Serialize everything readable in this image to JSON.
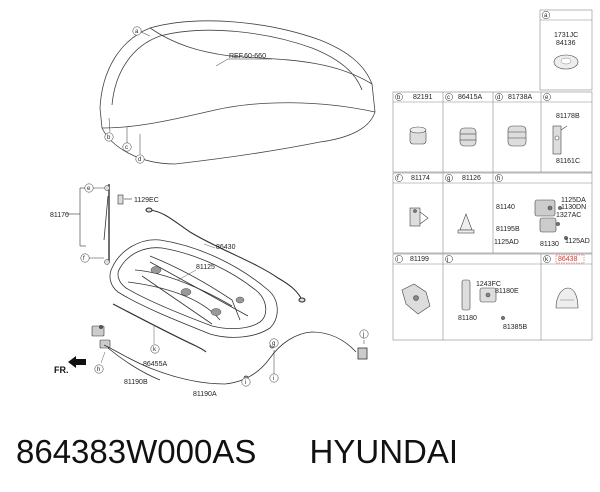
{
  "caption": {
    "part_number": "864383W000AS",
    "brand": "HYUNDAI"
  },
  "diagram": {
    "ref_label": "REF.60-660",
    "front_label": "FR.",
    "main_labels": {
      "l81170": "81170",
      "l1129EC": "1129EC",
      "l86430": "86430",
      "l81125": "81125",
      "l86455A": "86455A",
      "l81190B": "81190B",
      "l81190A": "81190A"
    },
    "callouts": {
      "a": "a",
      "b": "b",
      "c": "c",
      "d": "d",
      "e": "e",
      "f": "f",
      "g": "g",
      "h": "h",
      "i": "i",
      "j": "j",
      "k": "k"
    },
    "table": {
      "a": {
        "key": "a",
        "codes": [
          "1731JC",
          "84136"
        ]
      },
      "b": {
        "key": "b",
        "header": "82191"
      },
      "c": {
        "key": "c",
        "header": "86415A"
      },
      "d": {
        "key": "d",
        "header": "81738A"
      },
      "e": {
        "key": "e",
        "header": "",
        "parts": [
          "81178B",
          "81161C"
        ]
      },
      "f": {
        "key": "f",
        "header": "81174"
      },
      "g": {
        "key": "g",
        "header": "81126"
      },
      "h": {
        "key": "h",
        "header": "",
        "parts": [
          "81140",
          "1125DA",
          "1130DN",
          "1327AC",
          "81195B",
          "1125AD",
          "81130",
          "1125AD"
        ]
      },
      "i": {
        "key": "i",
        "header": "81199"
      },
      "j": {
        "key": "j",
        "header": "",
        "parts": [
          "1243FC",
          "81180E",
          "81180",
          "81385B"
        ]
      },
      "k": {
        "key": "k",
        "header": "86438",
        "header_color": "#d9342b"
      }
    }
  }
}
